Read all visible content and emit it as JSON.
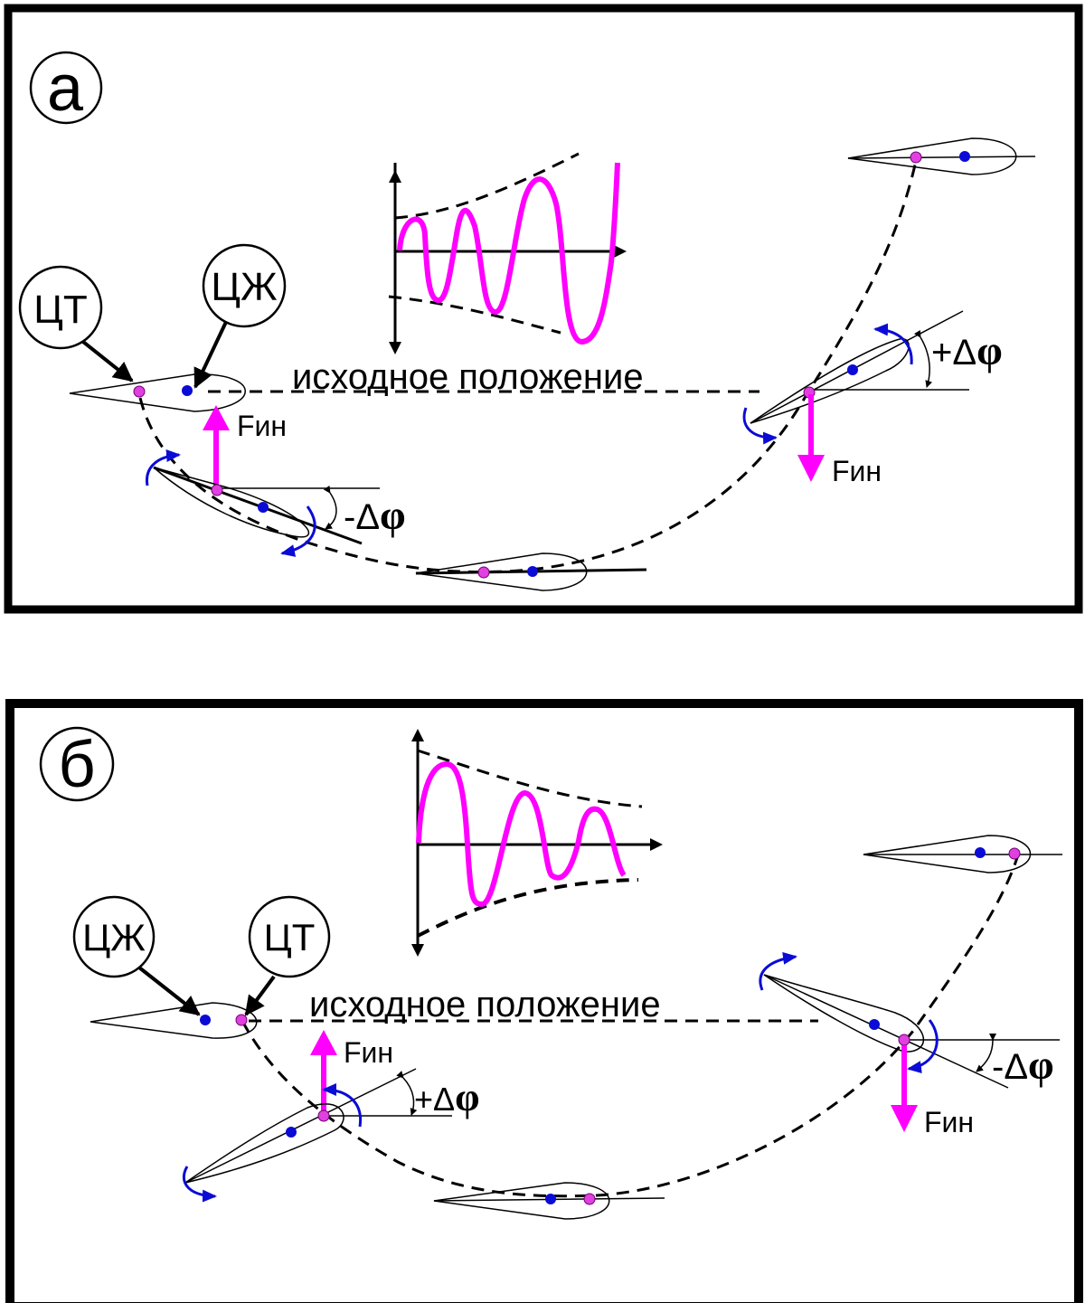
{
  "colors": {
    "magenta": "#ff00ff",
    "blue": "#0b0bd6",
    "border": "#000000"
  },
  "panels": [
    {
      "id": "a",
      "badge": "а",
      "baseline_label": "исходное положение",
      "callouts": [
        "ЦТ",
        "ЦЖ"
      ],
      "forces": [
        "Fин",
        "Fин"
      ],
      "angles": [
        {
          "sign": "-",
          "delta": "Δ",
          "phi": "φ"
        },
        {
          "sign": "+",
          "delta": "Δ",
          "phi": "φ"
        }
      ],
      "inset": {
        "oscillation": "growing"
      }
    },
    {
      "id": "b",
      "badge": "б",
      "baseline_label": "исходное положение",
      "callouts": [
        "ЦЖ",
        "ЦТ"
      ],
      "forces": [
        "Fин",
        "Fин"
      ],
      "angles": [
        {
          "sign": "+",
          "delta": "Δ",
          "phi": "φ"
        },
        {
          "sign": "-",
          "delta": "Δ",
          "phi": "φ"
        }
      ],
      "inset": {
        "oscillation": "damped"
      }
    }
  ]
}
